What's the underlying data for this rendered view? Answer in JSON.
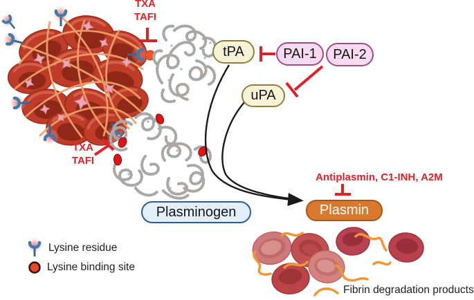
{
  "diagram": {
    "red_labels": {
      "txa_tafi_top": [
        "TXA",
        "TAFI"
      ],
      "txa_tafi_side": [
        "TXA",
        "TAFI"
      ],
      "plasmin_inhibitors": "Antiplasmin, C1-INH, A2M"
    },
    "nodes": {
      "tpa": "tPA",
      "upa": "uPA",
      "pai1": "PAI-1",
      "pai2": "PAI-2",
      "plasminogen": "Plasminogen",
      "plasmin": "Plasmin"
    },
    "legend": {
      "lysine_residue": "Lysine residue",
      "lysine_binding_site": "Lysine binding site"
    },
    "caption_fibrin_products": "Fibrin degradation products",
    "colors": {
      "inhibitor_red": "#e02127",
      "activator_box_fill": "#f7f3d7",
      "activator_box_border": "#8f7f3c",
      "pai_box_fill": "#f8dbf2",
      "pai_box_border": "#a04b85",
      "plasminogen_box_fill": "#e4effc",
      "plasminogen_box_border": "#2a5c9c",
      "plasmin_box_fill": "#d9792e",
      "plasmin_box_border": "#a8551c",
      "arrow_black": "#1a1a1a",
      "fibrin_orange": "#ef9732",
      "protein_gray": "#aba7a5",
      "lysine_blue": "#3d7da8",
      "binding_site_red": "#e84824",
      "rbc_red": "#bf3c29"
    }
  }
}
